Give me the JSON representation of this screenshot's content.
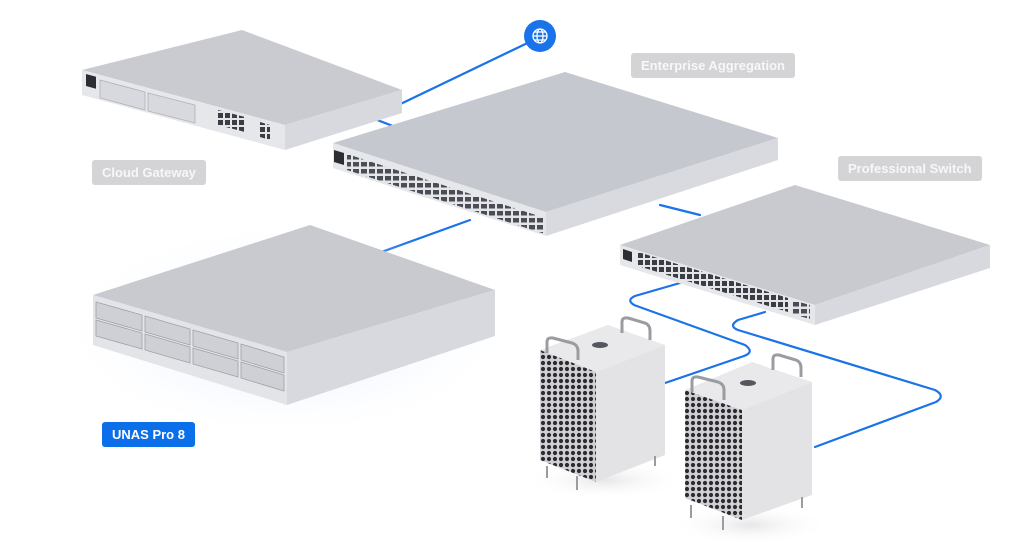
{
  "colors": {
    "link": "#1a73e8",
    "label_muted_bg": "#d4d4d6",
    "label_active_bg": "#0a6fe8",
    "device_top": "#c9cbd1",
    "device_front": "#e6e7ea",
    "device_side": "#d8d9de"
  },
  "internet": {
    "icon": "globe-icon"
  },
  "devices": [
    {
      "id": "cloud-gateway",
      "label": "Cloud Gateway",
      "state": "muted"
    },
    {
      "id": "enterprise-aggregation",
      "label": "Enterprise Aggregation",
      "state": "muted"
    },
    {
      "id": "professional-switch",
      "label": "Professional Switch",
      "state": "muted"
    },
    {
      "id": "unas-pro-8",
      "label": "UNAS Pro 8",
      "state": "active"
    },
    {
      "id": "workstation-1",
      "label": "",
      "state": "none"
    },
    {
      "id": "workstation-2",
      "label": "",
      "state": "none"
    }
  ],
  "links": [
    {
      "from": "internet",
      "to": "cloud-gateway"
    },
    {
      "from": "cloud-gateway",
      "to": "enterprise-aggregation"
    },
    {
      "from": "enterprise-aggregation",
      "to": "unas-pro-8"
    },
    {
      "from": "enterprise-aggregation",
      "to": "professional-switch"
    },
    {
      "from": "professional-switch",
      "to": "workstation-1"
    },
    {
      "from": "professional-switch",
      "to": "workstation-2"
    }
  ]
}
